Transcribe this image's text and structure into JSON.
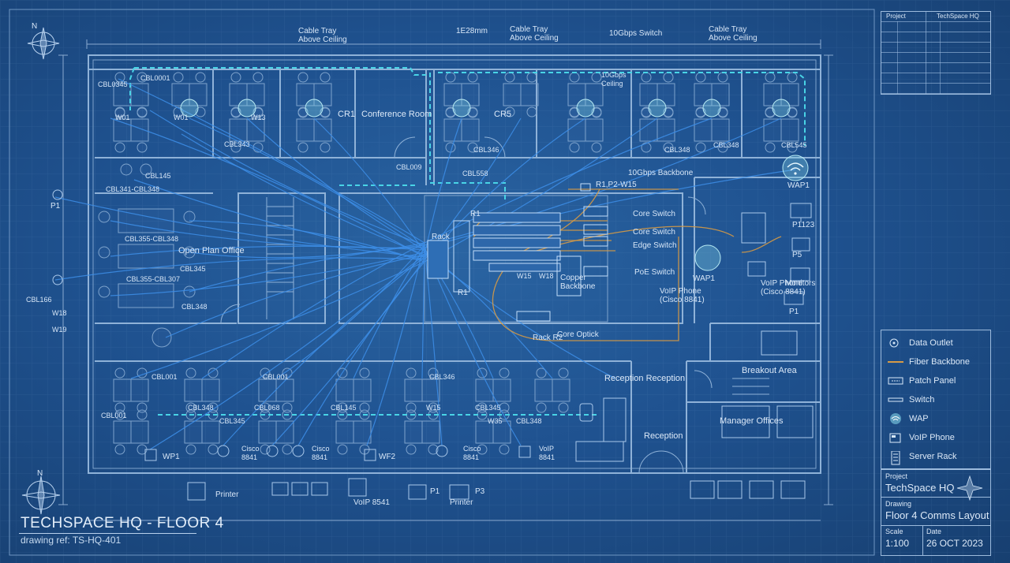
{
  "drawing": {
    "footer_title": "TECHSPACE HQ - FLOOR 4",
    "footer_ref": "drawing ref: TS-HQ-401"
  },
  "title_block": {
    "project_label": "Project",
    "project_value": "TechSpace HQ",
    "drawing_label": "Drawing",
    "drawing_value": "Floor 4 Comms Layout",
    "scale_label": "Scale",
    "scale_value": "1:100",
    "date_label": "Date",
    "date_value": "26 OCT 2023"
  },
  "legend": {
    "items": [
      {
        "label": "Data Outlet",
        "icon": "data-outlet-icon"
      },
      {
        "label": "Fiber Backbone",
        "icon": "fiber-line-icon"
      },
      {
        "label": "Patch Panel",
        "icon": "patch-panel-icon"
      },
      {
        "label": "Switch",
        "icon": "switch-icon"
      },
      {
        "label": "WAP",
        "icon": "wifi-icon"
      },
      {
        "label": "VoIP Phone",
        "icon": "phone-icon"
      },
      {
        "label": "Server Rack",
        "icon": "server-rack-icon"
      }
    ]
  },
  "revision_table": {
    "header_left": "Project",
    "header_right": "TechSpace HQ"
  },
  "rooms": {
    "conference_a": "CR1",
    "conference_b": "Conference Room",
    "conference_c": "CR5",
    "open_plan": "Open Plan Office",
    "breakout": "Breakout Area",
    "manager": "Manager Offices",
    "reception_top": "Reception  Reception",
    "reception_bottom": "Reception"
  },
  "annotations": {
    "tray_left": "Cable Tray\nAbove Ceiling",
    "tray_mid": "Cable Tray\nAbove Ceiling",
    "tray_right": "Cable Tray\nAbove Ceiling",
    "top_id": "1E28mm",
    "switch_top": "10Gbps Switch",
    "ceiling": "10Gbps\nCeiling",
    "backbone_top": "10Gbps Backbone",
    "r1_tag": "R1,P2-W15",
    "rack_label": "Rack",
    "r1_label": "R1",
    "r1_lower": "R1",
    "core_switch_1": "Core Switch",
    "core_switch_2": "Core Switch",
    "edge_switch": "Edge Switch",
    "poe_switch": "PoE Switch",
    "core_backbone": "Copper\nBackbone",
    "voip_center": "VoIP Phone\n(Cisco 8841)",
    "rack_r2": "Rack R2",
    "optic": "Core Optick",
    "wap_right": "WAP1",
    "wap_center": "WAP1",
    "voip_right": "VoIP Phone\n(Cisco 8841)",
    "monitors": "Monitors",
    "p123": "P1123",
    "p5": "P5",
    "p1_right": "P1",
    "p1_left": "P1",
    "cbl_left_a": "CBL0345",
    "cbl_left_b": "CBL0001",
    "cbl_3x": "CBL343",
    "cbl_145": "CBL145",
    "cbl_range": "CBL341-CBL348",
    "cbl_range2": "CBL355-CBL348",
    "cbl_range3": "CBL355-CBL307",
    "cbl_345": "CBL345",
    "cbl_348": "CBL348",
    "cbl_166": "CBL166",
    "cbl_000": "CBL009",
    "cbl_558": "CBL558",
    "cbl_ga": "CBL346",
    "cbl_hub": "CBL348",
    "cbl_r": "CBL348",
    "cbl_345b": "CBL545",
    "w01": "W01",
    "w01b": "W01",
    "w13": "W13",
    "w18": "W18",
    "w19": "W19",
    "wap_label": "WAP1",
    "printer": "Printer",
    "printer2": "Printer",
    "voip_bottom": "VoIP 8541",
    "p1_bottom": "P1",
    "p3_bottom": "P3",
    "wp1": "WP1",
    "wf2": "WF2",
    "cisco_a": "Cisco\n8841",
    "cisco_b": "Cisco\n8841",
    "cisco_c": "Cisco\n8841",
    "voip_small": "VoIP\n8841",
    "w_center_a": "W15",
    "w_center_b": "W18",
    "w_center_c": "W15",
    "w_center_d": "W35",
    "cbl_bottom_a": "CBL001",
    "cbl_bottom_b": "CBL345",
    "cbl_bottom_c": "CBL001",
    "cbl_bottom_d": "CBL346",
    "cbl_bottom_e": "CBL345",
    "cbl_bottom_f": "CBL348",
    "cbl_bottom_g": "CBL001",
    "cbl_bottom_h": "CBL145",
    "cbl_bottom_i": "CBL068",
    "cbl_bottom_j": "CBL348"
  },
  "colors": {
    "background": "#1f5290",
    "wall": "#8fb2d8",
    "cable": "#3d8ee8",
    "fiber": "#d69a45",
    "tray": "#49d4e6"
  }
}
